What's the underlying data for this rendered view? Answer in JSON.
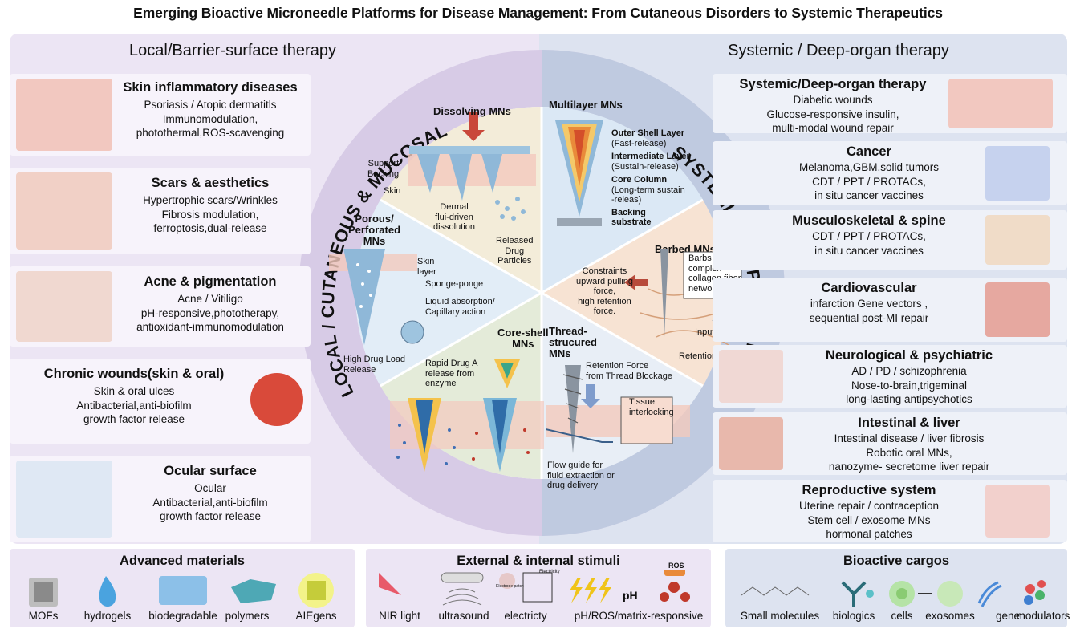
{
  "title": "Emerging Bioactive Microneedle Platforms for Disease Management: From Cutaneous Disorders to Systemic Therapeutics",
  "left_header": "Local/Barrier-surface therapy",
  "right_header": "Systemic / Deep-organ therapy",
  "left_ring_label": "LOCAL / CUTANEOUS & MUCOSAL",
  "right_ring_label": "SYSTEMIC /DEEP ORGAN",
  "left_cards": [
    {
      "title": "Skin inflammatory diseases",
      "lines": [
        "Psoriasis / Atopic dermatitls",
        "Immunomodulation,",
        "photothermal,ROS-scavenging"
      ]
    },
    {
      "title": "Scars & aesthetics",
      "lines": [
        "Hypertrophic scars/Wrinkles",
        "Fibrosis modulation,",
        "ferroptosis,dual-release"
      ]
    },
    {
      "title": "Acne & pigmentation",
      "lines": [
        "Acne / Vitiligo",
        "pH-responsive,phototherapy,",
        "antioxidant-immunomodulation"
      ]
    },
    {
      "title": "Chronic wounds(skin & oral)",
      "lines": [
        "Skin & oral ulces",
        "Antibacterial,anti-biofilm",
        "growth factor release"
      ]
    },
    {
      "title": "Ocular surface",
      "lines": [
        "Ocular",
        "Antibacterial,anti-biofilm",
        "growth factor release"
      ]
    }
  ],
  "right_cards": [
    {
      "title": "Systemic/Deep-organ therapy",
      "lines": [
        "Diabetic wounds",
        "Glucose-responsive insulin,",
        "multi-modal wound repair"
      ]
    },
    {
      "title": "Cancer",
      "lines": [
        "Melanoma,GBM,solid tumors",
        "CDT / PPT / PROTACs,",
        "in situ cancer vaccines"
      ]
    },
    {
      "title": "Musculoskeletal & spine",
      "lines": [
        "CDT / PPT / PROTACs,",
        "in situ cancer vaccines"
      ]
    },
    {
      "title": "Cardiovascular",
      "lines": [
        "infarction Gene vectors ,",
        "sequential post-MI repair"
      ]
    },
    {
      "title": "Neurological & psychiatric",
      "lines": [
        "AD / PD / schizophrenia",
        "Nose-to-brain,trigeminal",
        "long-lasting antipsychotics"
      ]
    },
    {
      "title": "Intestinal & liver",
      "lines": [
        "Intestinal disease / liver fibrosis",
        "Robotic oral MNs,",
        "nanozyme- secretome liver repair"
      ]
    },
    {
      "title": "Reproductive system",
      "lines": [
        "Uterine repair / contraception",
        "Stem cell / exosome MNs",
        "hormonal patches"
      ]
    }
  ],
  "center": {
    "dissolving": {
      "title": "Dissolving MNs",
      "support": [
        "Support",
        "Backing"
      ],
      "skin": "Skin",
      "dermal": [
        "Dermal",
        "flui-driven",
        "dissolution"
      ],
      "released": [
        "Released",
        "Drug",
        "Particles"
      ]
    },
    "multilayer": {
      "title": "Multilayer MNs",
      "outer": "Outer Shell Layer",
      "outer_sub": "(Fast-release)",
      "inter": "Intermediate Layer",
      "inter_sub": "(Sustain-release)",
      "core": "Core Column",
      "core_sub": [
        "(Long-term sustain",
        "-releas)"
      ],
      "backing": [
        "Backing",
        "substrate"
      ]
    },
    "barbed": {
      "title": "Barbed MNs",
      "constraints": [
        "Constraints",
        "upward pulling",
        "force,",
        "high retention",
        "force."
      ],
      "barbs": [
        "Barbs hooks",
        "complex",
        "collagen fiber",
        "network"
      ],
      "input": "Input",
      "retention": "Retention"
    },
    "thread": {
      "title": [
        "Thread-",
        "strucured",
        "MNs"
      ],
      "retention_force": [
        "Retention Force",
        "from Thread Blockage"
      ],
      "tissue": [
        "Tissue",
        "interlocking"
      ],
      "flow": [
        "Flow guide for",
        "fluid extraction or",
        "drug delivery"
      ]
    },
    "coreshell": {
      "title": [
        "Core-shell",
        "MNs"
      ],
      "rapid": [
        "Rapid Drug A",
        "release from",
        "enzyme"
      ]
    },
    "porous": {
      "title": [
        "Porous/",
        "Perforated",
        "MNs"
      ],
      "skin_layer": [
        "Skin",
        "layer"
      ],
      "sponge": "Sponge-ponge",
      "liquid": [
        "Liquid absorption/",
        "Capillary action"
      ],
      "high": [
        "High Drug Load",
        "Release"
      ]
    }
  },
  "bottom": {
    "materials": {
      "title": "Advanced materials",
      "items": [
        "MOFs",
        "hydrogels",
        "biodegradable",
        "polymers",
        "AIEgens"
      ]
    },
    "stimuli": {
      "title": "External & internal stimuli",
      "items": [
        "NIR light",
        "ultrasound",
        "electricty",
        "pH/ROS/matrix-responsive"
      ],
      "ph": "pH",
      "ros": "ROS",
      "electricity_small": "Electricity",
      "electrode": "Electrode patch"
    },
    "cargos": {
      "title": "Bioactive cargos",
      "items": [
        "Small molecules",
        "biologics",
        "cells",
        "exosomes",
        "gene",
        "modulators"
      ]
    }
  },
  "colors": {
    "left_panel": "#ece5f4",
    "right_panel": "#dde3f0",
    "left_arc": "#d7cbe6",
    "right_arc": "#bcc8dd",
    "arrow": "#c0392b",
    "needle": "#8fb8d8"
  }
}
